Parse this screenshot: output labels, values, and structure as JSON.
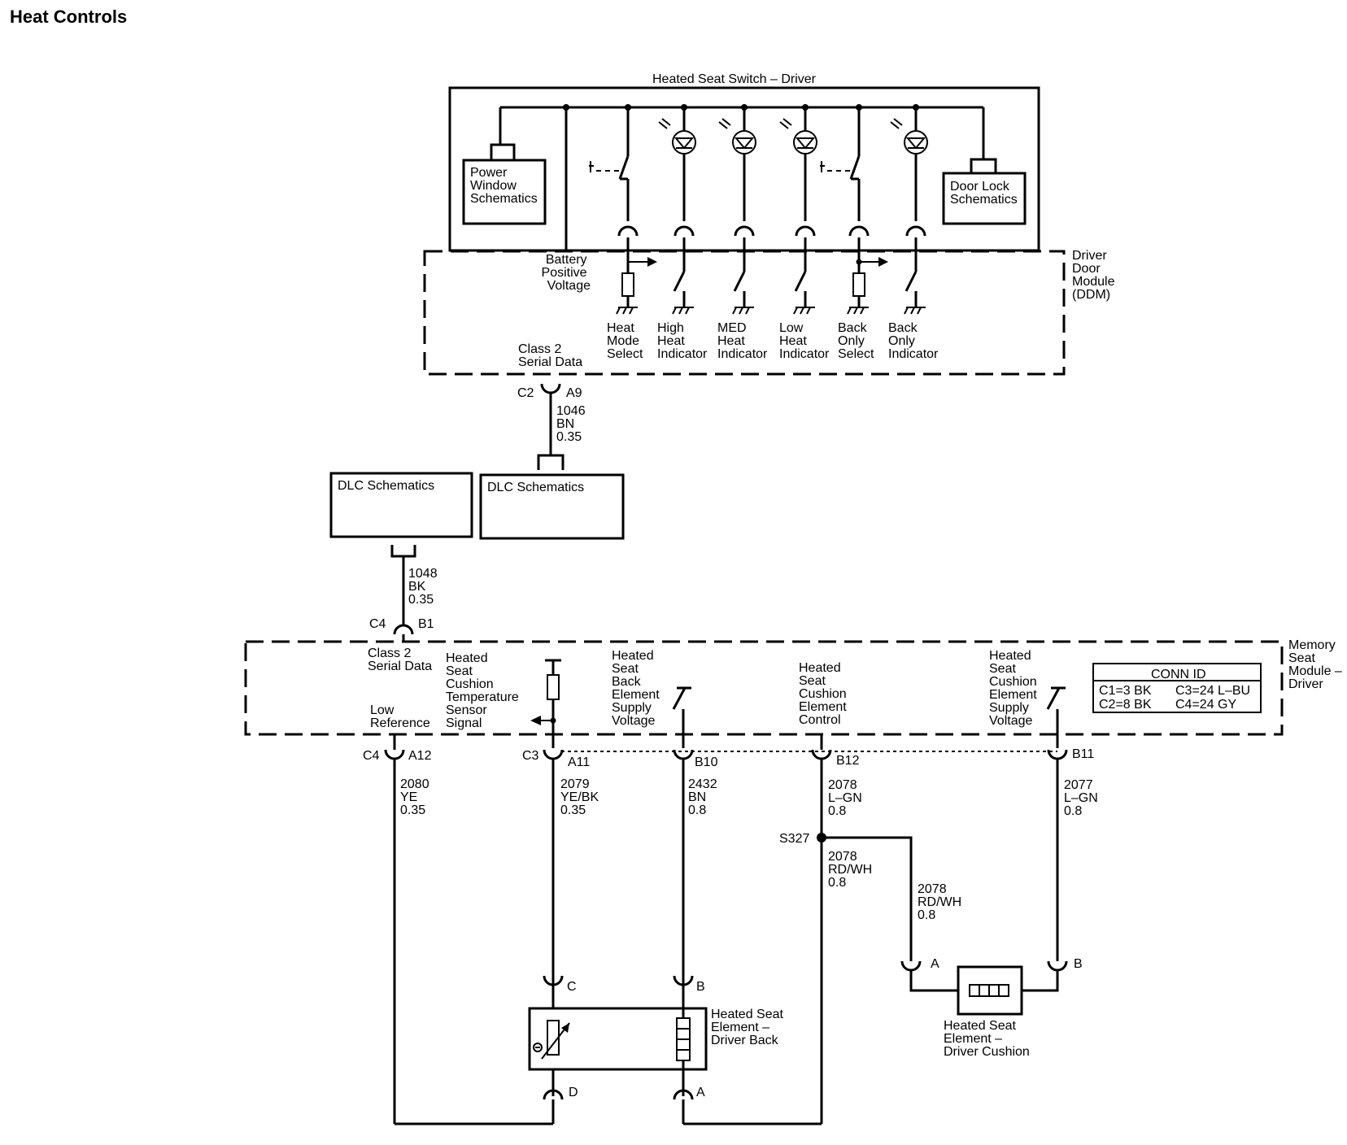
{
  "title": "Heat Controls",
  "switch": {
    "name": "Heated Seat Switch – Driver",
    "power_window": [
      "Power",
      "Window",
      "Schematics"
    ],
    "door_lock": [
      "Door Lock",
      "Schematics"
    ]
  },
  "ddm": {
    "name": [
      "Driver",
      "Door",
      "Module",
      "(DDM)"
    ],
    "battery": [
      "Battery",
      "Positive",
      "Voltage"
    ],
    "class2": [
      "Class 2",
      "Serial Data"
    ],
    "labels": {
      "heat_mode": [
        "Heat",
        "Mode",
        "Select"
      ],
      "high": [
        "High",
        "Heat",
        "Indicator"
      ],
      "med": [
        "MED",
        "Heat",
        "Indicator"
      ],
      "low": [
        "Low",
        "Heat",
        "Indicator"
      ],
      "back_sel": [
        "Back",
        "Only",
        "Select"
      ],
      "back_ind": [
        "Back",
        "Only",
        "Indicator"
      ]
    },
    "conn": {
      "c": "C2",
      "pin": "A9"
    }
  },
  "wire_1046": [
    "1046",
    "BN",
    "0.35"
  ],
  "dlc1": "DLC Schematics",
  "dlc2": "DLC Schematics",
  "wire_1048": [
    "1048",
    "BK",
    "0.35"
  ],
  "c4b1": {
    "c": "C4",
    "pin": "B1"
  },
  "msm": {
    "name": [
      "Memory",
      "Seat",
      "Module –",
      "Driver"
    ],
    "class2": [
      "Class 2",
      "Serial Data"
    ],
    "lowref": [
      "Low",
      "Reference"
    ],
    "temp": [
      "Heated",
      "Seat",
      "Cushion",
      "Temperature",
      "Sensor",
      "Signal"
    ],
    "back_supply": [
      "Heated",
      "Seat",
      "Back",
      "Element",
      "Supply",
      "Voltage"
    ],
    "cush_ctrl": [
      "Heated",
      "Seat",
      "Cushion",
      "Element",
      "Control"
    ],
    "cush_supply": [
      "Heated",
      "Seat",
      "Cushion",
      "Element",
      "Supply",
      "Voltage"
    ],
    "conn_id": {
      "title": "CONN ID",
      "c1": "C1=3 BK",
      "c2": "C2=8 BK",
      "c3": "C3=24 L–BU",
      "c4": "C4=24 GY"
    }
  },
  "pins": {
    "a12": {
      "c": "C4",
      "pin": "A12"
    },
    "a11": {
      "c": "C3",
      "pin": "A11"
    },
    "b10": "B10",
    "b12": "B12",
    "b11": "B11"
  },
  "wires": {
    "w2080": [
      "2080",
      "YE",
      "0.35"
    ],
    "w2079": [
      "2079",
      "YE/BK",
      "0.35"
    ],
    "w2432": [
      "2432",
      "BN",
      "0.8"
    ],
    "w2078a": [
      "2078",
      "L–GN",
      "0.8"
    ],
    "w2077": [
      "2077",
      "L–GN",
      "0.8"
    ],
    "w2078b": [
      "2078",
      "RD/WH",
      "0.8"
    ],
    "w2078c": [
      "2078",
      "RD/WH",
      "0.8"
    ]
  },
  "splice": "S327",
  "back_elem": {
    "name": [
      "Heated Seat",
      "Element –",
      "Driver Back"
    ],
    "pins": {
      "c": "C",
      "b": "B",
      "d": "D",
      "a": "A"
    }
  },
  "cush_elem": {
    "name": [
      "Heated Seat",
      "Element –",
      "Driver Cushion"
    ],
    "pins": {
      "a": "A",
      "b": "B"
    }
  }
}
